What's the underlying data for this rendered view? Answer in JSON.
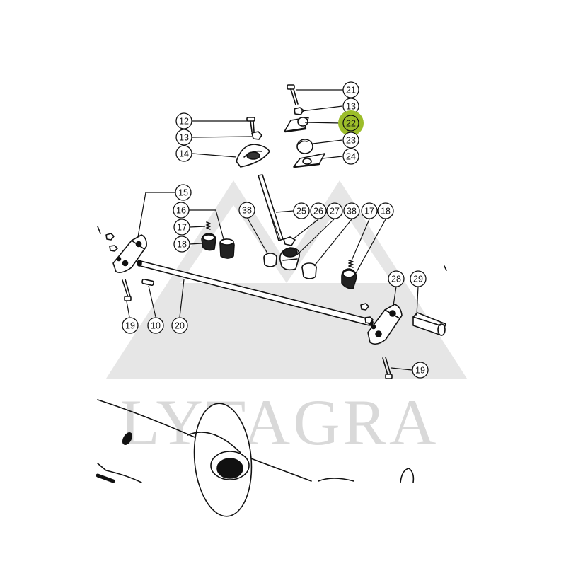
{
  "watermark": {
    "text": "LYTAGRA",
    "color": "#d9d9d9"
  },
  "highlight_color": "#9cbd2a",
  "callouts": [
    {
      "id": "c21",
      "label": "21",
      "highlighted": false
    },
    {
      "id": "c13a",
      "label": "13",
      "highlighted": false
    },
    {
      "id": "c22",
      "label": "22",
      "highlighted": true
    },
    {
      "id": "c23",
      "label": "23",
      "highlighted": false
    },
    {
      "id": "c24",
      "label": "24",
      "highlighted": false
    },
    {
      "id": "c12",
      "label": "12",
      "highlighted": false
    },
    {
      "id": "c13b",
      "label": "13",
      "highlighted": false
    },
    {
      "id": "c14",
      "label": "14",
      "highlighted": false
    },
    {
      "id": "c15",
      "label": "15",
      "highlighted": false
    },
    {
      "id": "c16",
      "label": "16",
      "highlighted": false
    },
    {
      "id": "c17a",
      "label": "17",
      "highlighted": false
    },
    {
      "id": "c18a",
      "label": "18",
      "highlighted": false
    },
    {
      "id": "c38a",
      "label": "38",
      "highlighted": false
    },
    {
      "id": "c25",
      "label": "25",
      "highlighted": false
    },
    {
      "id": "c26",
      "label": "26",
      "highlighted": false
    },
    {
      "id": "c27",
      "label": "27",
      "highlighted": false
    },
    {
      "id": "c38b",
      "label": "38",
      "highlighted": false
    },
    {
      "id": "c17b",
      "label": "17",
      "highlighted": false
    },
    {
      "id": "c18b",
      "label": "18",
      "highlighted": false
    },
    {
      "id": "c19a",
      "label": "19",
      "highlighted": false
    },
    {
      "id": "c10",
      "label": "10",
      "highlighted": false
    },
    {
      "id": "c20",
      "label": "20",
      "highlighted": false
    },
    {
      "id": "c28",
      "label": "28",
      "highlighted": false
    },
    {
      "id": "c29",
      "label": "29",
      "highlighted": false
    },
    {
      "id": "c19b",
      "label": "19",
      "highlighted": false
    }
  ]
}
